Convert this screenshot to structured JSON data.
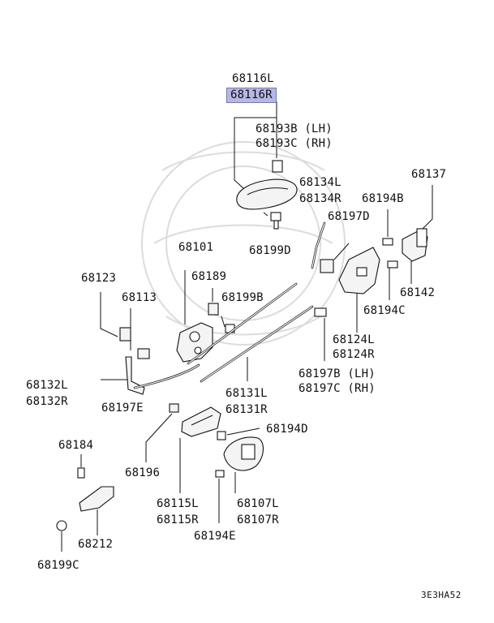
{
  "labels": {
    "l68116L": "68116L",
    "l68116R": "68116R",
    "l68193B": "68193B (LH)",
    "l68193C": "68193C (RH)",
    "l68134L": "68134L",
    "l68134R": "68134R",
    "l68137": "68137",
    "l68194B": "68194B",
    "l68197D": "68197D",
    "l68199D": "68199D",
    "l68101": "68101",
    "l68189": "68189",
    "l68199B": "68199B",
    "l68123": "68123",
    "l68113": "68113",
    "l68142": "68142",
    "l68194C": "68194C",
    "l68124L": "68124L",
    "l68124R": "68124R",
    "l68197B": "68197B (LH)",
    "l68197C": "68197C (RH)",
    "l68132L": "68132L",
    "l68132R": "68132R",
    "l68197E": "68197E",
    "l68131L": "68131L",
    "l68131R": "68131R",
    "l68194D": "68194D",
    "l68184": "68184",
    "l68196": "68196",
    "l68115L": "68115L",
    "l68115R": "68115R",
    "l68107L": "68107L",
    "l68107R": "68107R",
    "l68194E": "68194E",
    "l68212": "68212",
    "l68199C": "68199C",
    "diagram_code": "3E3HA52"
  },
  "selected_part": "68116R"
}
